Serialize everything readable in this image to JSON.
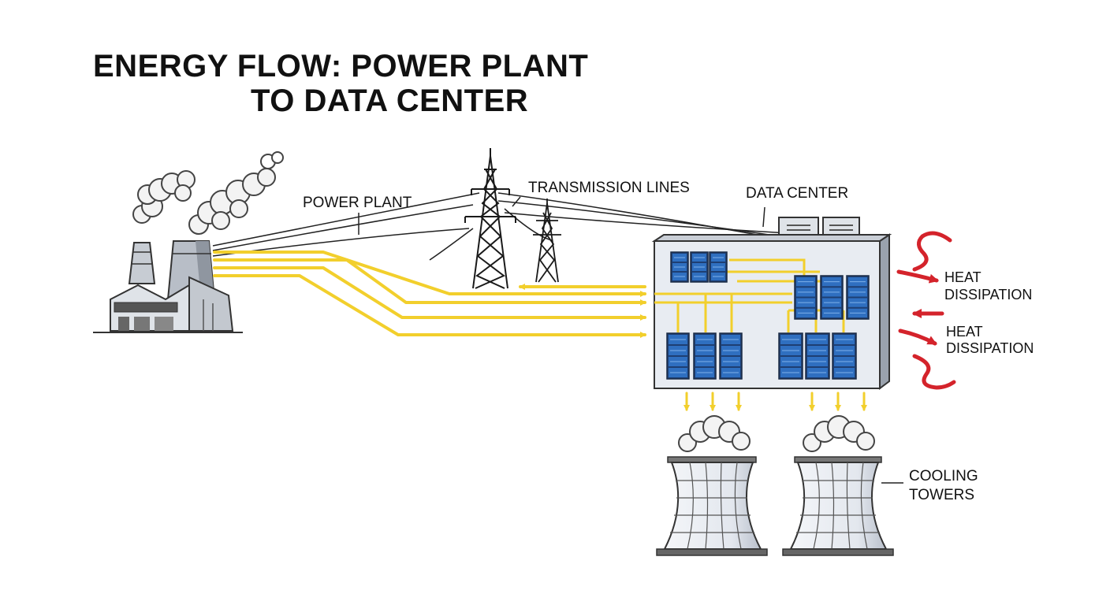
{
  "title": {
    "line1": "ENERGY FLOW: POWER PLANT",
    "line2": "TO DATA CENTER"
  },
  "labels": {
    "power_plant": "POWER PLANT",
    "transmission_lines": "TRANSMISSION LINES",
    "data_center": "DATA CENTER",
    "heat_1_line1": "HEAT",
    "heat_1_line2": "DISSIPATION",
    "heat_2_line1": "HEAT",
    "heat_2_line2": "DISSIPATION",
    "cooling_line1": "COOLING",
    "cooling_line2": "TOWERS"
  },
  "colors": {
    "energy_flow": "#f2cf2c",
    "heat": "#d4232b",
    "server_rack": "#2f6fc0",
    "building": "#e8ecf2",
    "outline": "#333333"
  }
}
